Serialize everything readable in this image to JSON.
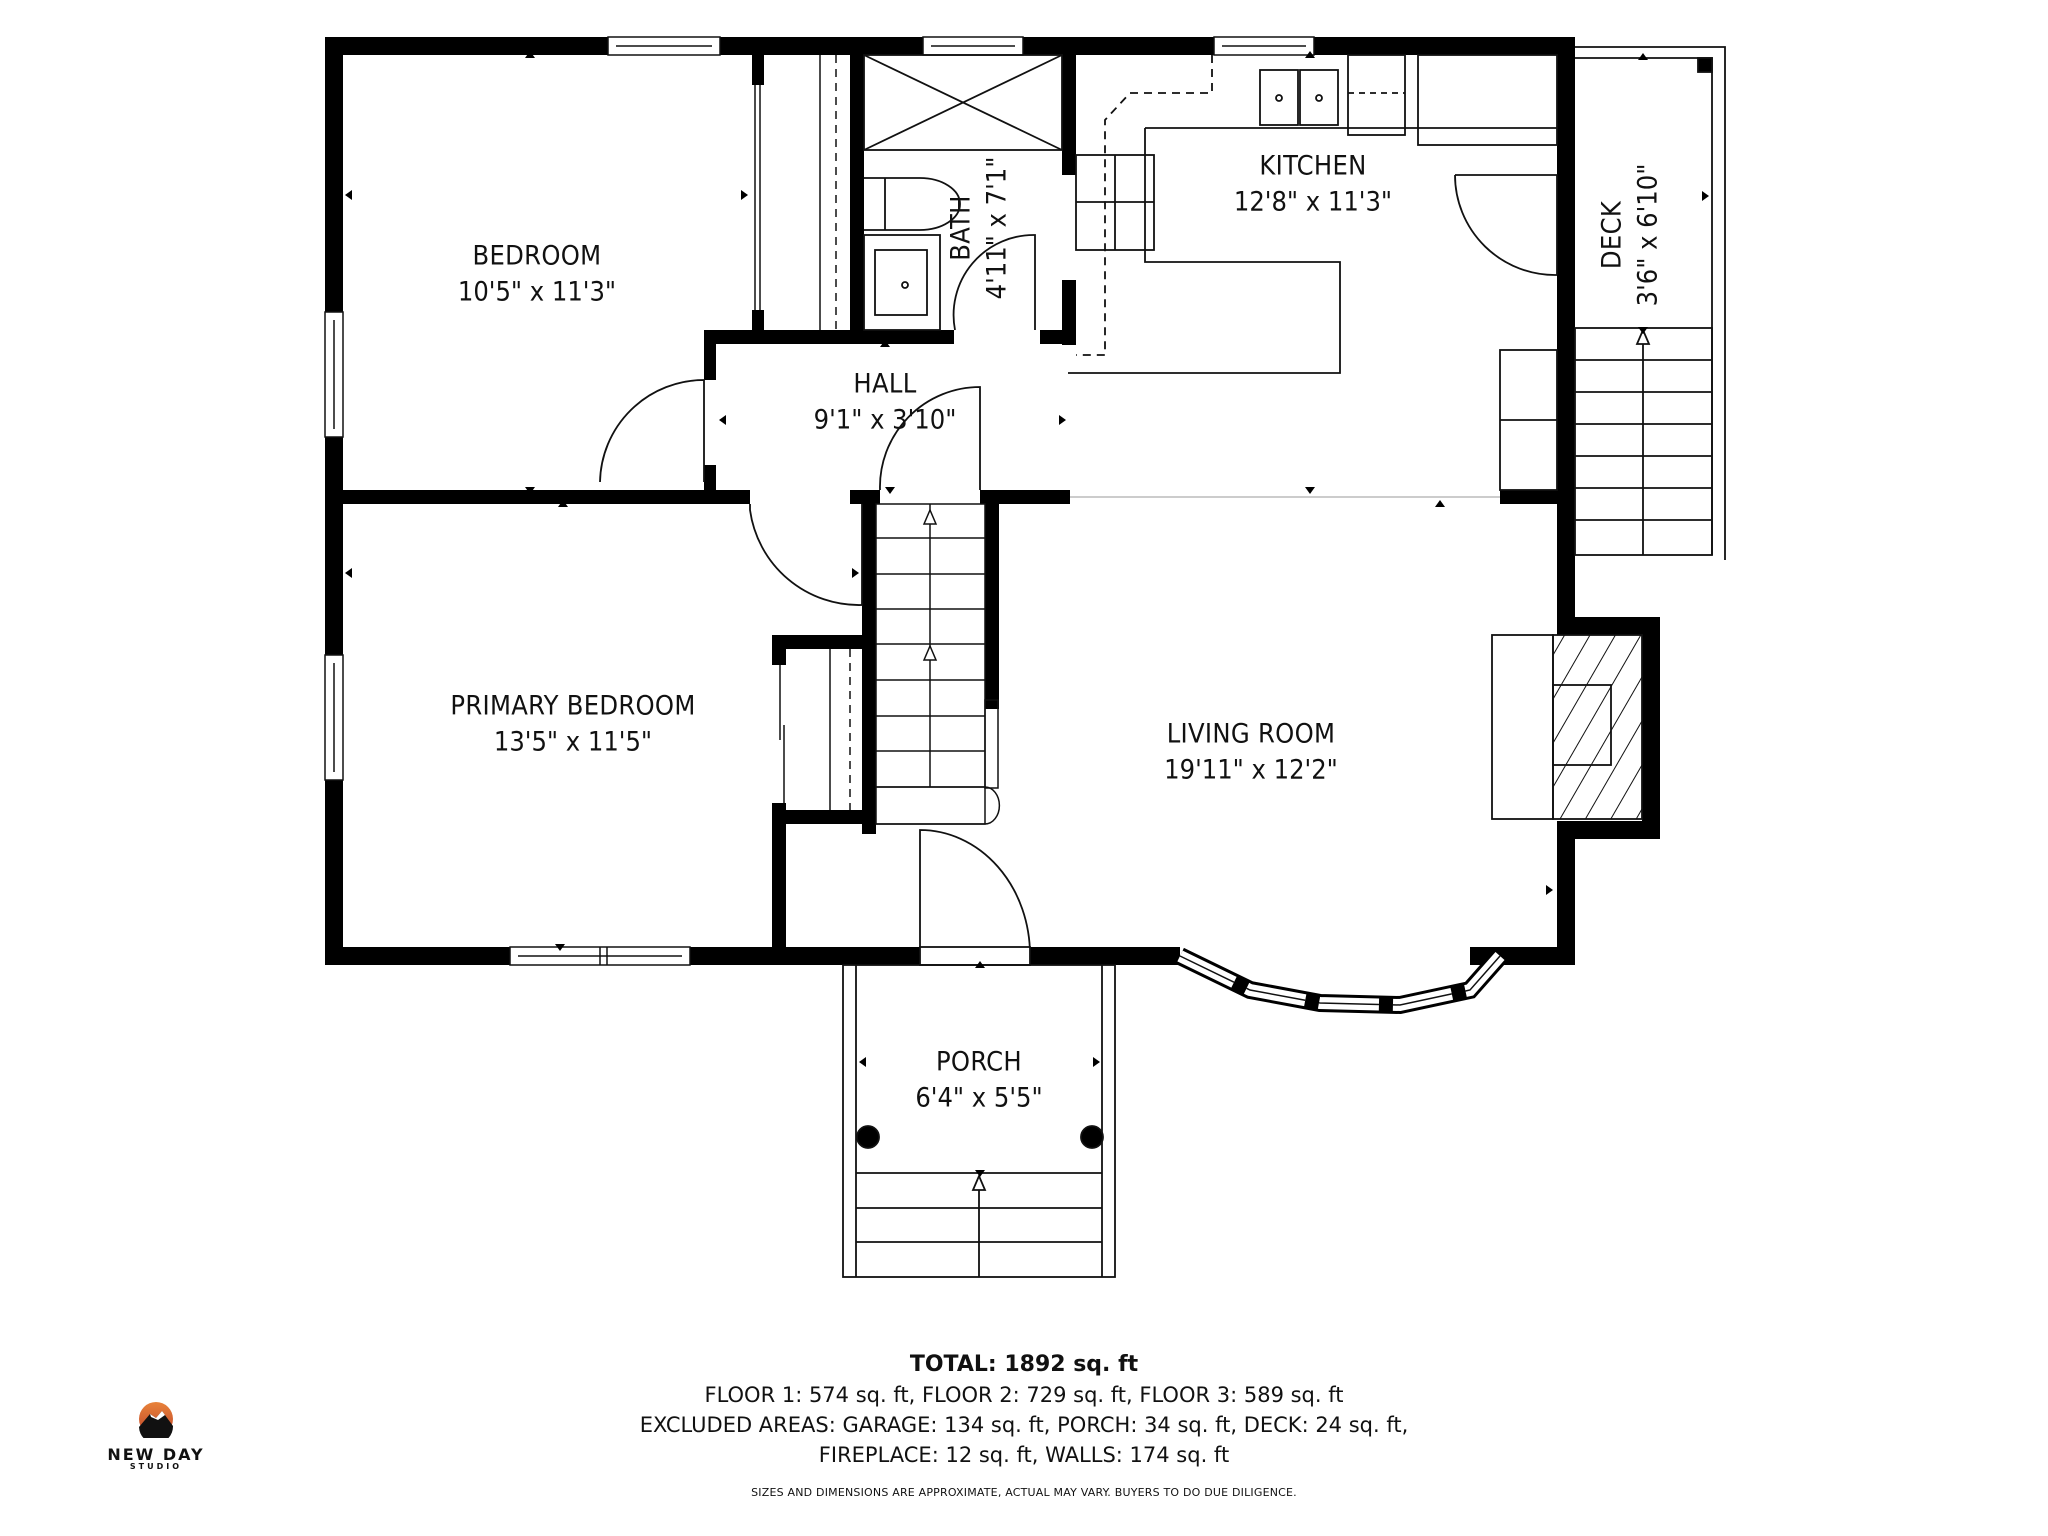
{
  "rooms": {
    "bedroom": {
      "name": "BEDROOM",
      "dim": "10'5\" x 11'3\""
    },
    "bath": {
      "name": "BATH",
      "dim": "4'11\" x 7'1\""
    },
    "kitchen": {
      "name": "KITCHEN",
      "dim": "12'8\" x 11'3\""
    },
    "deck": {
      "name": "DECK",
      "dim": "3'6\" x 6'10\""
    },
    "hall": {
      "name": "HALL",
      "dim": "9'1\" x 3'10\""
    },
    "primary_bedroom": {
      "name": "PRIMARY BEDROOM",
      "dim": "13'5\" x 11'5\""
    },
    "living_room": {
      "name": "LIVING ROOM",
      "dim": "19'11\" x 12'2\""
    },
    "porch": {
      "name": "PORCH",
      "dim": "6'4\" x 5'5\""
    }
  },
  "summary": {
    "total": "TOTAL: 1892 sq. ft",
    "floors": "FLOOR 1: 574 sq. ft, FLOOR 2: 729 sq. ft, FLOOR 3: 589 sq. ft",
    "excluded": "EXCLUDED AREAS: GARAGE: 134 sq. ft, PORCH: 34 sq. ft, DECK: 24 sq. ft,",
    "excluded_cont": "FIREPLACE: 12 sq. ft, WALLS: 174 sq. ft"
  },
  "disclaimer": "SIZES AND DIMENSIONS ARE APPROXIMATE, ACTUAL MAY VARY. BUYERS TO DO DUE DILIGENCE.",
  "logo": {
    "brand": "NEW DAY",
    "sub": "STUDIO",
    "colors": {
      "orange": "#e8833a",
      "dark": "#111111"
    }
  },
  "colors": {
    "wall": "#000000",
    "line": "#111111",
    "background": "#ffffff"
  }
}
